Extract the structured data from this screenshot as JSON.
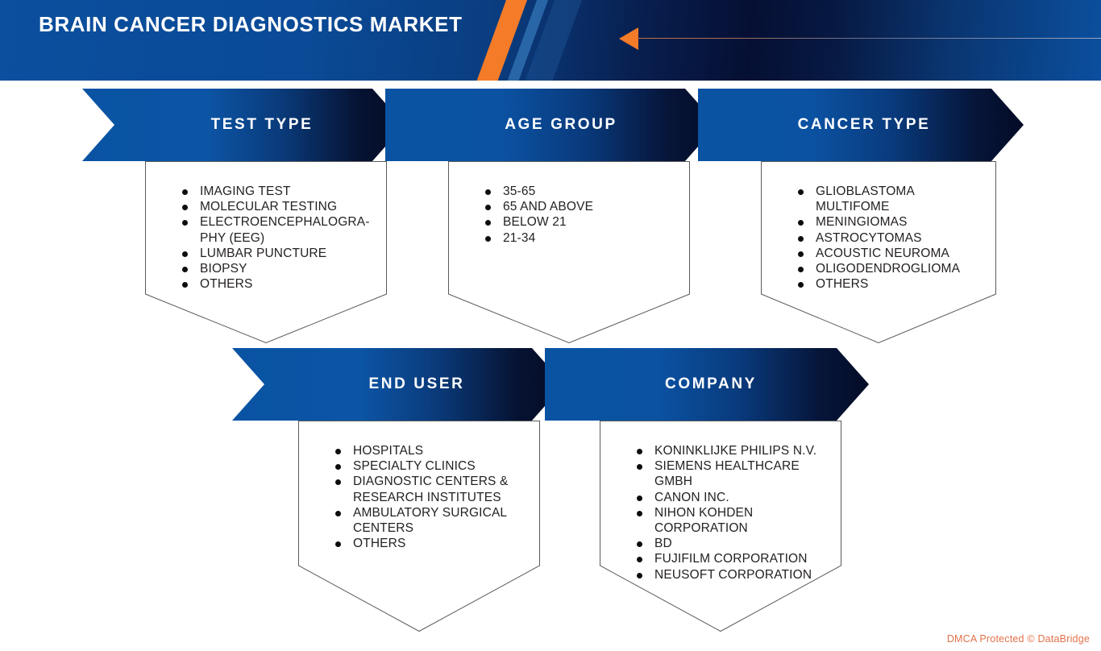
{
  "header": {
    "title": "BRAIN CANCER DIAGNOSTICS MARKET",
    "accent_orange": "#f47b28",
    "blue_dark": "#040c26",
    "blue_bright": "#0b4f9e",
    "arrow_icon": "left-arrow-icon"
  },
  "sections": [
    {
      "id": "test-type",
      "label": "TEST TYPE",
      "items": [
        "IMAGING TEST",
        "MOLECULAR TESTING",
        "ELECTROENCEPHALOGRA-PHY (EEG)",
        "LUMBAR PUNCTURE",
        "BIOPSY",
        "OTHERS"
      ]
    },
    {
      "id": "age-group",
      "label": "AGE GROUP",
      "items": [
        "35-65",
        "65 AND ABOVE",
        "BELOW 21",
        "21-34"
      ]
    },
    {
      "id": "cancer-type",
      "label": "CANCER TYPE",
      "items": [
        "GLIOBLASTOMA MULTIFOME",
        "MENINGIOMAS",
        "ASTROCYTOMAS",
        "ACOUSTIC NEUROMA",
        "OLIGODENDROGLIOMA",
        "OTHERS"
      ]
    },
    {
      "id": "end-user",
      "label": "END USER",
      "items": [
        "HOSPITALS",
        "SPECIALTY CLINICS",
        "DIAGNOSTIC CENTERS & RESEARCH INSTITUTES",
        "AMBULATORY SURGICAL CENTERS",
        "OTHERS"
      ]
    },
    {
      "id": "company",
      "label": "COMPANY",
      "items": [
        "KONINKLIJKE PHILIPS N.V.",
        "SIEMENS HEALTHCARE GMBH",
        "CANON INC.",
        "NIHON KOHDEN CORPORATION",
        "BD",
        "FUJIFILM CORPORATION",
        "NEUSOFT CORPORATION"
      ]
    }
  ],
  "footer": {
    "text": "DMCA Protected © DataBridge",
    "color": "#e2714a"
  }
}
